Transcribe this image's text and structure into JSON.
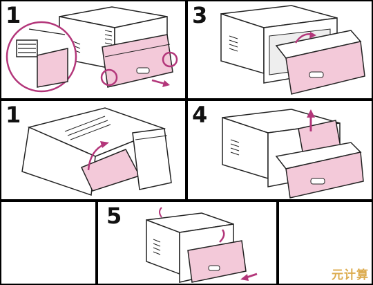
{
  "panels": [
    {
      "step": "1"
    },
    {
      "step": "3"
    },
    {
      "step": "1"
    },
    {
      "step": "4"
    },
    {
      "step": "5"
    }
  ],
  "colors": {
    "pink": "#f3c9d9",
    "magenta": "#b3367a",
    "line": "#222222",
    "watermark": "#d9a23a"
  },
  "watermark": "元计算"
}
